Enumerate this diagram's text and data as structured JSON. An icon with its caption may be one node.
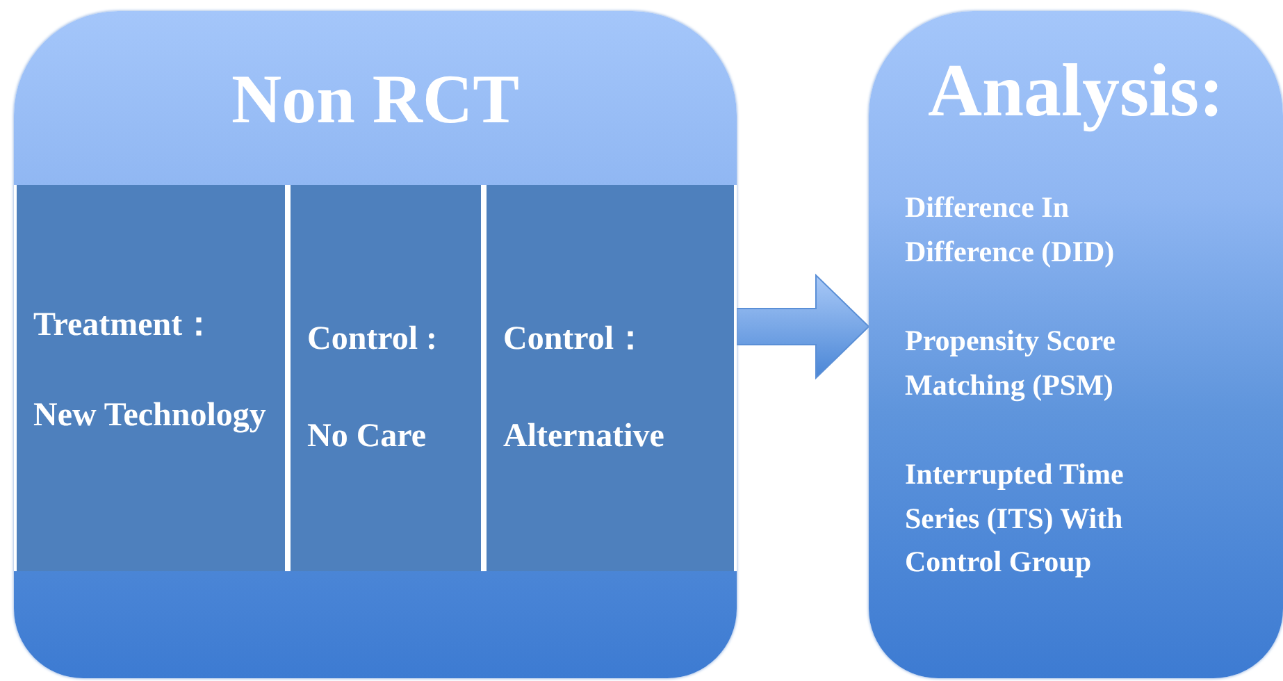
{
  "diagram": {
    "nodes": [
      {
        "text": [
          "Non RCT"
        ]
      },
      {
        "text": [
          "Treatment：",
          "New Technology"
        ],
        "in": 0
      },
      {
        "text": [
          "Control :",
          "No Care"
        ],
        "in": 0
      },
      {
        "text": [
          "Control：",
          "Alternative"
        ],
        "in": 0
      },
      {
        "text": [
          "Analysis:",
          "Difference In Difference (DID)",
          "Propensity Score Matching (PSM)",
          "Interrupted Time Series (ITS) With Control Group"
        ]
      }
    ],
    "edges": [
      {
        "from": 0,
        "to": 4,
        "arrow": "to"
      }
    ]
  }
}
